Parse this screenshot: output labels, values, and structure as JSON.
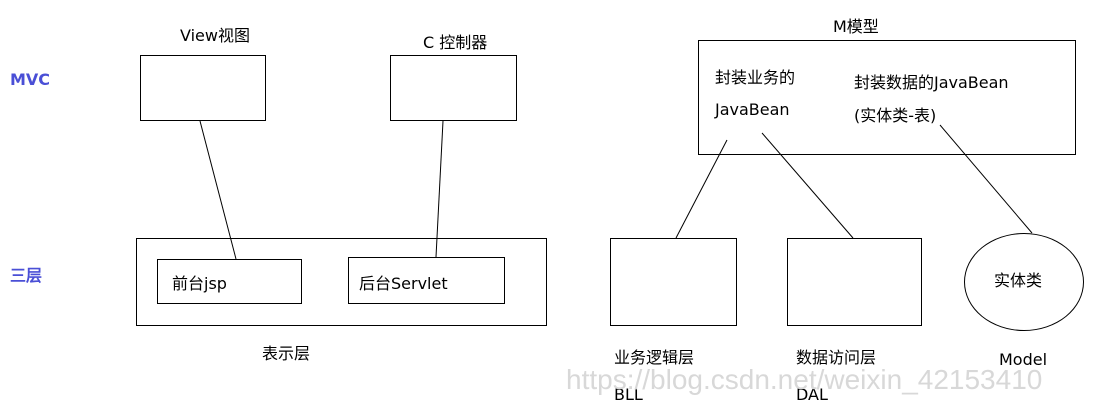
{
  "side_labels": {
    "mvc": "MVC",
    "three_tier": "三层"
  },
  "view": {
    "title": "View视图"
  },
  "controller": {
    "title": "C 控制器"
  },
  "model": {
    "title": "M模型",
    "business_line1": "封装业务的",
    "business_line2": "JavaBean",
    "data_line1": "封装数据的JavaBean",
    "data_line2": "(实体类-表)"
  },
  "presentation": {
    "frontend": "前台jsp",
    "backend": "后台Servlet",
    "caption": "表示层"
  },
  "bll": {
    "line1": "业务逻辑层",
    "line2": "BLL"
  },
  "dal": {
    "line1": "数据访问层",
    "line2": "DAL"
  },
  "entity": {
    "label": "实体类",
    "caption": "Model"
  },
  "watermark": "https://blog.csdn.net/weixin_42153410"
}
